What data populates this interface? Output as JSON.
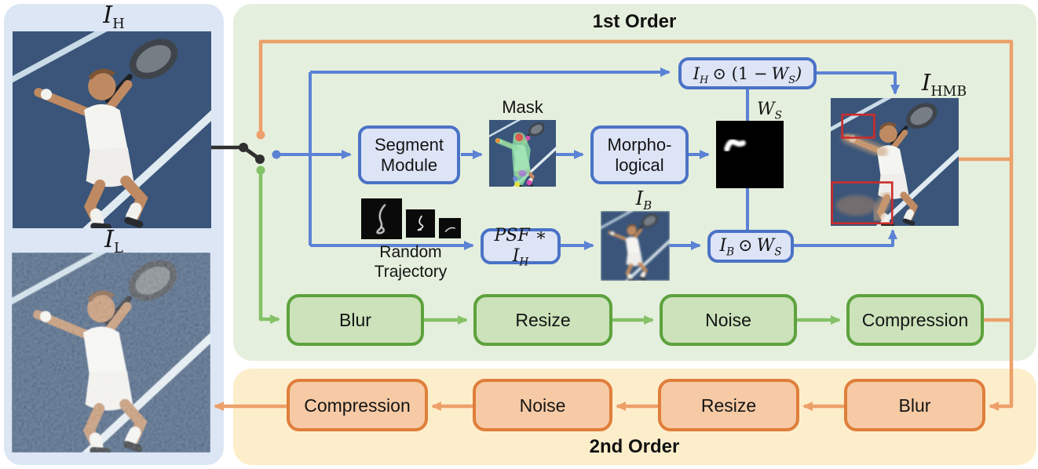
{
  "figure": {
    "first_order_title": "1st Order",
    "second_order_title": "2nd Order"
  },
  "input_panel": {
    "top_image_label": {
      "base": "I",
      "sub": "H"
    },
    "bottom_image_label": {
      "base": "I",
      "sub": "L"
    },
    "top_image_alt": "high-quality tennis player photo",
    "bottom_image_alt": "degraded low-quality tennis player photo"
  },
  "hmb_branch": {
    "segment_box": {
      "line1": "Segment",
      "line2": "Module"
    },
    "mask_label": "Mask",
    "morphological_box": {
      "line1": "Morpho-",
      "line2": "logical"
    },
    "ws_label": {
      "base": "W",
      "sub": "S"
    },
    "blend_bg_box": {
      "p1": "I",
      "s1": "H",
      "op": "⊙ (1 −",
      "p2": "W",
      "s2": "S",
      "end": ")"
    },
    "random_trajectory": {
      "line1": "Random",
      "line2": "Trajectory"
    },
    "psf_box": {
      "p1": "PSF ∗ I",
      "s1": "H"
    },
    "ib_label": {
      "base": "I",
      "sub": "B"
    },
    "blend_fg_box": {
      "p1": "I",
      "s1": "B",
      "op": "⊙",
      "p2": "W",
      "s2": "S"
    },
    "ihmb_label": {
      "base": "I",
      "sub": "HMB"
    },
    "mask_image_alt": "segmentation mask overlay",
    "ws_image_alt": "soft weight map W_S",
    "ib_image_alt": "motion-blurred image I_B",
    "ihmb_image_alt": "human motion blur composite with red highlight boxes",
    "trajectory_kernels_alt": "three random trajectory PSF kernels"
  },
  "first_order_chain": [
    "Blur",
    "Resize",
    "Noise",
    "Compression"
  ],
  "second_order_chain": [
    "Compression",
    "Noise",
    "Resize",
    "Blur"
  ],
  "icons": {
    "input_switch": "two-position path selector switch"
  },
  "colors": {
    "blue_line": "#5b82d5",
    "blue_border": "#4a72c6",
    "blue_fill": "#dde4f6",
    "green_line": "#84c167",
    "green_border": "#5da23d",
    "green_fill": "#cbe2ba",
    "first_order_panel_bg": "#e5efdd",
    "orange_line": "#eda06a",
    "orange_border": "#df7e3b",
    "orange_fill": "#f6caa5",
    "second_order_panel_bg": "#fdeecb",
    "input_panel_bg": "#dce6f5",
    "switch": "#2f2f2f",
    "highlight_red": "#cc2b2b"
  }
}
